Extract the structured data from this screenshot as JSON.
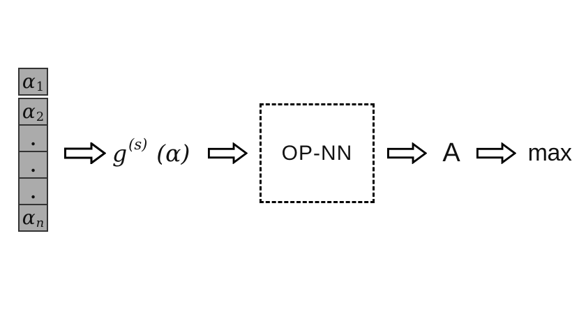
{
  "diagram": {
    "background_color": "#ffffff",
    "vector": {
      "cell_fill_color": "#ababab",
      "cell_border_color": "#333333",
      "cells": [
        {
          "base": "α",
          "sub": "1"
        },
        {
          "base": "α",
          "sub": "2"
        },
        {
          "base": "."
        },
        {
          "base": "."
        },
        {
          "base": "."
        },
        {
          "base": "α",
          "sub": "n"
        }
      ]
    },
    "function_label": {
      "base": "g",
      "sup": "(s)",
      "arg": "(α)"
    },
    "op_box": {
      "label": "OP-NN"
    },
    "output_label": "A",
    "final_label": "max",
    "arrow_icon": "right-block-arrow"
  }
}
